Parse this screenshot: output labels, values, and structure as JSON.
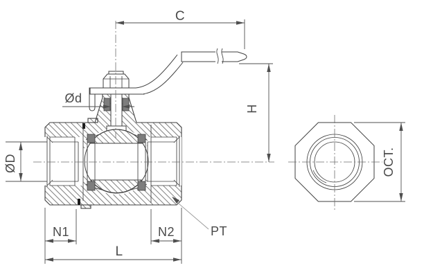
{
  "labels": {
    "c": "C",
    "h": "H",
    "stem_diameter": "Ød",
    "bore_diameter": "ØD",
    "n1": "N1",
    "n2": "N2",
    "length": "L",
    "thread": "PT",
    "octagon": "OCT."
  },
  "colors": {
    "line": "#3f3f3f",
    "dimension": "#4f4f4f",
    "text": "#4a4a4a",
    "seat": "#7d7d7d",
    "leader": "#969696",
    "background": "#ffffff"
  }
}
